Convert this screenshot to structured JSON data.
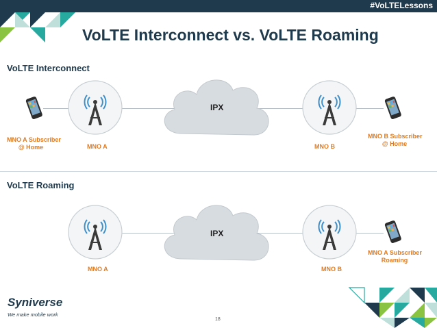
{
  "header": {
    "hashtag": "#VoLTELessons",
    "title": "VoLTE Interconnect vs. VoLTE Roaming"
  },
  "interconnect": {
    "section_title": "VoLTE Interconnect",
    "ipx_label": "IPX",
    "subscriber_a_line1": "MNO A Subscriber",
    "subscriber_a_line2": "@ Home",
    "mno_a": "MNO A",
    "mno_b": "MNO B",
    "subscriber_b_line1": "MNO B Subscriber",
    "subscriber_b_line2": "@ Home"
  },
  "roaming": {
    "section_title": "VoLTE Roaming",
    "ipx_label": "IPX",
    "mno_a": "MNO A",
    "mno_b": "MNO B",
    "subscriber_line1": "MNO A Subscriber",
    "subscriber_line2": "Roaming"
  },
  "footer": {
    "logo_text": "Syniverse",
    "tagline": "We make mobile work",
    "page_number": "18"
  },
  "colors": {
    "navy": "#1f3a4c",
    "orange": "#e07b22",
    "teal": "#27a9a0",
    "green": "#8ac341",
    "cloud": "#d7dce0",
    "tower_wave": "#3f8fc9"
  },
  "icons": [
    "tower-icon",
    "cloud-icon",
    "smartphone-icon",
    "syniverse-logo-icon",
    "triangle-pattern"
  ]
}
